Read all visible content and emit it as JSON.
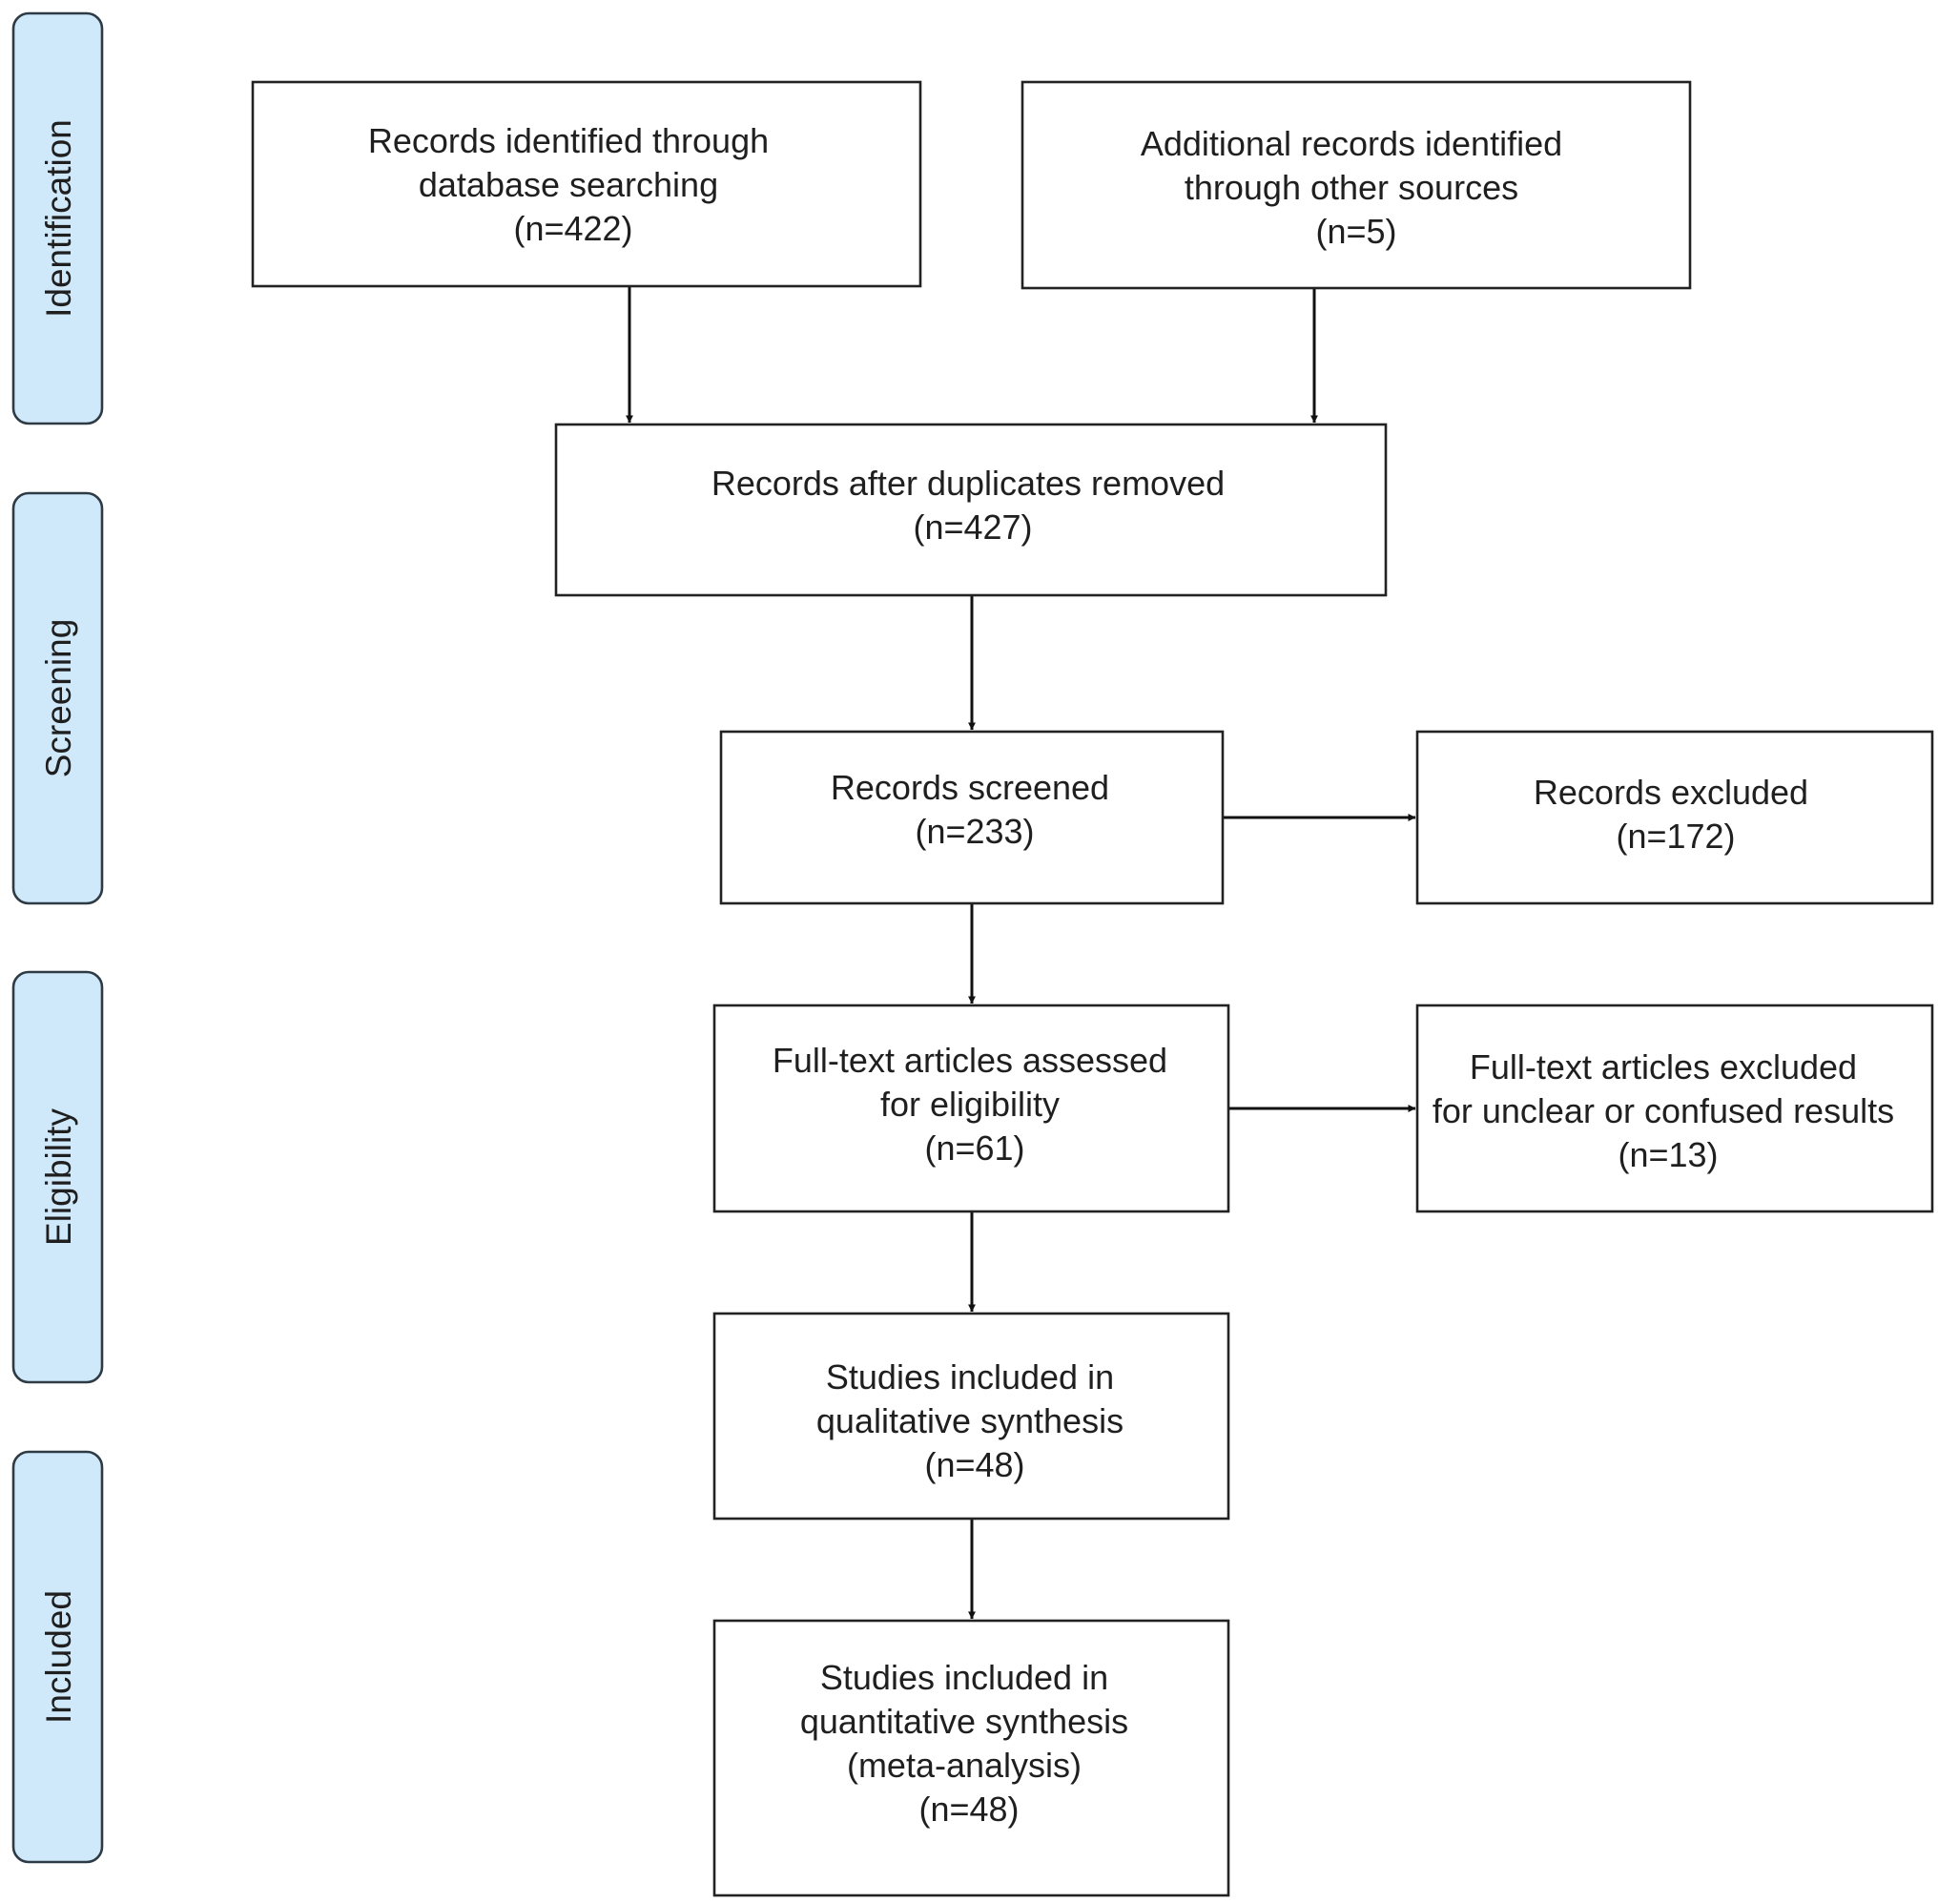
{
  "phases": [
    {
      "label": "Identification"
    },
    {
      "label": "Screening"
    },
    {
      "label": "Eligibility"
    },
    {
      "label": "Included"
    }
  ],
  "boxes": {
    "database": {
      "lines": [
        "Records identified through",
        "database searching",
        "(n=422)"
      ]
    },
    "other_sources": {
      "lines": [
        "Additional records identified",
        "through other sources",
        "(n=5)"
      ]
    },
    "deduplicated": {
      "lines": [
        "Records after duplicates removed",
        "(n=427)"
      ]
    },
    "screened": {
      "lines": [
        "Records screened",
        "(n=233)"
      ]
    },
    "excluded": {
      "lines": [
        "Records excluded",
        "(n=172)"
      ]
    },
    "fulltext_assessed": {
      "lines": [
        "Full-text articles assessed",
        "for eligibility",
        "(n=61)"
      ]
    },
    "fulltext_excluded": {
      "lines": [
        "Full-text articles excluded",
        "for unclear or confused results",
        "(n=13)"
      ]
    },
    "qualitative": {
      "lines": [
        "Studies included in",
        "qualitative synthesis",
        "(n=48)"
      ]
    },
    "quantitative": {
      "lines": [
        "Studies included in",
        "quantitative synthesis",
        "(meta-analysis)",
        "(n=48)"
      ]
    }
  },
  "colors": {
    "phase_fill": "#cfe9fb",
    "phase_stroke": "#2e3a44",
    "box_stroke": "#222222",
    "arrow": "#111111"
  }
}
